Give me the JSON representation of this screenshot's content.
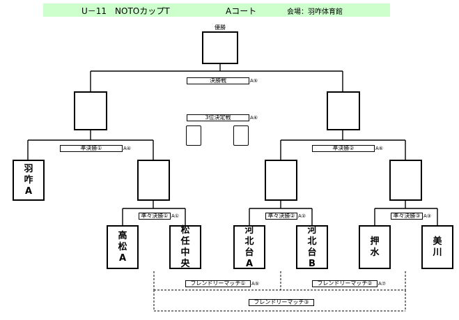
{
  "header": {
    "title": "U－11　NOTOカップT",
    "court": "Aコート",
    "venue": "会場：羽咋体育館"
  },
  "final": {
    "winner_label": "優勝",
    "final_label": "決勝戦",
    "final_code": "A⑤",
    "third_place_label": "3位決定戦",
    "third_place_code": "A⑥"
  },
  "semifinals": [
    {
      "label": "準決勝①",
      "code": "A④"
    },
    {
      "label": "準決勝②",
      "code": "A⑥"
    }
  ],
  "quarterfinals": [
    {
      "label": "準々決勝①",
      "code": "A①"
    },
    {
      "label": "準々決勝②",
      "code": "A②"
    },
    {
      "label": "準々決勝③",
      "code": "A③"
    }
  ],
  "teams": [
    {
      "id": "hakui-a",
      "chars": [
        "羽",
        "咋",
        "A"
      ]
    },
    {
      "id": "takamatsu-a",
      "chars": [
        "高",
        "松",
        "A"
      ]
    },
    {
      "id": "shonin-chuo",
      "chars": [
        "松",
        "任",
        "中",
        "央"
      ]
    },
    {
      "id": "kahokudai-a",
      "chars": [
        "河",
        "北",
        "台",
        "A"
      ]
    },
    {
      "id": "kahokudai-b",
      "chars": [
        "河",
        "北",
        "台",
        "B"
      ]
    },
    {
      "id": "oshimizu",
      "chars": [
        "押",
        "水"
      ]
    },
    {
      "id": "mikawa",
      "chars": [
        "美",
        "川"
      ]
    }
  ],
  "friendly": [
    {
      "label": "フレンドリーマッチ①",
      "code": "A⑤"
    },
    {
      "label": "フレンドリーマッチ②",
      "code": "A⑦"
    },
    {
      "label": "フレンドリーマッチ③",
      "code": ""
    }
  ]
}
